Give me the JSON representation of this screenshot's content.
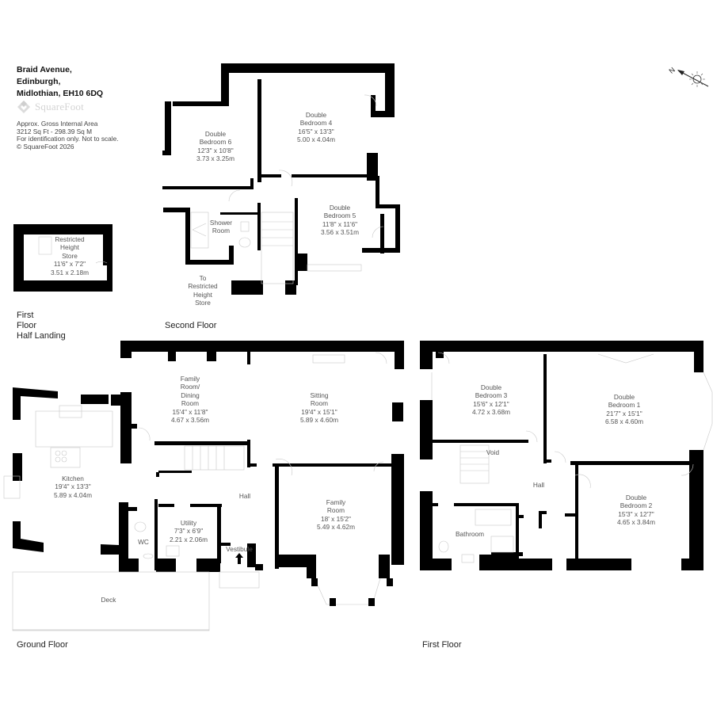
{
  "header": {
    "address_lines": [
      "Braid Avenue,",
      "Edinburgh,",
      "Midlothian, EH10 6DQ"
    ],
    "brand": "SquareFoot",
    "brand_color": "#d4d4d4",
    "meta_lines": [
      "Approx. Gross Internal Area",
      "3212 Sq Ft  -  298.39 Sq M",
      "For identification only. Not to scale.",
      "© SquareFoot 2026"
    ]
  },
  "compass": {
    "label": "N",
    "icon": "north-arrow-sun-icon"
  },
  "floors": {
    "half_landing": {
      "label_lines": [
        "First",
        "Floor",
        "Half Landing"
      ],
      "rooms": [
        {
          "id": "restricted-height-store",
          "lines": [
            "Restricted",
            "Height",
            "Store",
            "11'6\" x 7'2\"",
            "3.51 x 2.18m"
          ]
        }
      ]
    },
    "second": {
      "label": "Second Floor",
      "rooms": [
        {
          "id": "double-bedroom-6",
          "lines": [
            "Double",
            "Bedroom 6",
            "12'3\" x 10'8\"",
            "3.73 x 3.25m"
          ]
        },
        {
          "id": "double-bedroom-4",
          "lines": [
            "Double",
            "Bedroom 4",
            "16'5\" x 13'3\"",
            "5.00 x 4.04m"
          ]
        },
        {
          "id": "double-bedroom-5",
          "lines": [
            "Double",
            "Bedroom 5",
            "11'8\" x 11'6\"",
            "3.56 x 3.51m"
          ]
        },
        {
          "id": "shower-room",
          "lines": [
            "Shower",
            "Room"
          ]
        },
        {
          "id": "to-restricted-height-store",
          "lines": [
            "To",
            "Restricted",
            "Height",
            "Store"
          ]
        }
      ]
    },
    "ground": {
      "label": "Ground Floor",
      "rooms": [
        {
          "id": "family-room-dining-room",
          "lines": [
            "Family",
            "Room/",
            "Dining",
            "Room",
            "15'4\" x 11'8\"",
            "4.67 x 3.56m"
          ]
        },
        {
          "id": "sitting-room",
          "lines": [
            "Sitting",
            "Room",
            "19'4\" x 15'1\"",
            "5.89 x 4.60m"
          ]
        },
        {
          "id": "kitchen",
          "lines": [
            "Kitchen",
            "19'4\" x 13'3\"",
            "5.89 x 4.04m"
          ]
        },
        {
          "id": "hall-ground",
          "lines": [
            "Hall"
          ]
        },
        {
          "id": "family-room",
          "lines": [
            "Family",
            "Room",
            "18' x 15'2\"",
            "5.49 x 4.62m"
          ]
        },
        {
          "id": "utility",
          "lines": [
            "Utility",
            "7'3\" x 6'9\"",
            "2.21 x 2.06m"
          ]
        },
        {
          "id": "wc",
          "lines": [
            "WC"
          ]
        },
        {
          "id": "vestibule",
          "lines": [
            "Vestibule"
          ]
        },
        {
          "id": "deck",
          "lines": [
            "Deck"
          ]
        }
      ]
    },
    "first": {
      "label": "First Floor",
      "rooms": [
        {
          "id": "double-bedroom-3",
          "lines": [
            "Double",
            "Bedroom 3",
            "15'6\" x 12'1\"",
            "4.72 x 3.68m"
          ]
        },
        {
          "id": "double-bedroom-1",
          "lines": [
            "Double",
            "Bedroom 1",
            "21'7\" x 15'1\"",
            "6.58 x 4.60m"
          ]
        },
        {
          "id": "void",
          "lines": [
            "Void"
          ]
        },
        {
          "id": "hall-first",
          "lines": [
            "Hall"
          ]
        },
        {
          "id": "double-bedroom-2",
          "lines": [
            "Double",
            "Bedroom 2",
            "15'3\" x 12'7\"",
            "4.65 x 3.84m"
          ]
        },
        {
          "id": "bathroom",
          "lines": [
            "Bathroom"
          ]
        }
      ]
    }
  },
  "colors": {
    "wall": "#000000",
    "label": "#555555",
    "fixture": "#c8c8c8",
    "background": "#ffffff"
  }
}
